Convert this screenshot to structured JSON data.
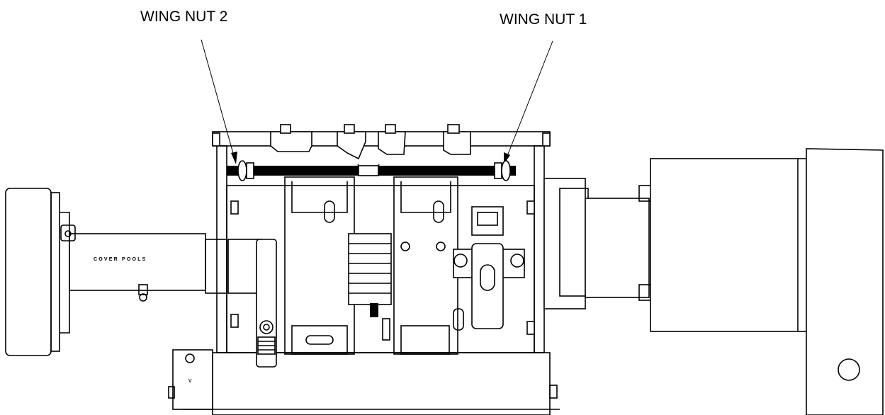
{
  "callouts": {
    "wing_nut_2": "WING NUT 2",
    "wing_nut_1": "WING NUT 1"
  },
  "housing_text": "COVER POOLS"
}
